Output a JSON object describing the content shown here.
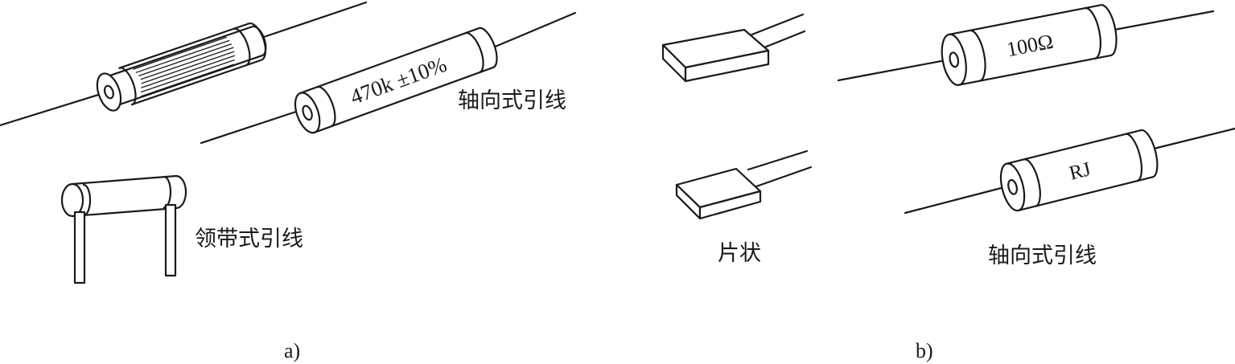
{
  "panel_a": {
    "caption": "a)",
    "resistor_marking": "470k ±10%",
    "axial_label": "轴向式引线",
    "collar_label": "领带式引线"
  },
  "panel_b": {
    "caption": "b)",
    "resistor_top_marking": "100Ω",
    "resistor_bottom_marking": "RJ",
    "chip_label": "片状",
    "axial_label": "轴向式引线"
  }
}
